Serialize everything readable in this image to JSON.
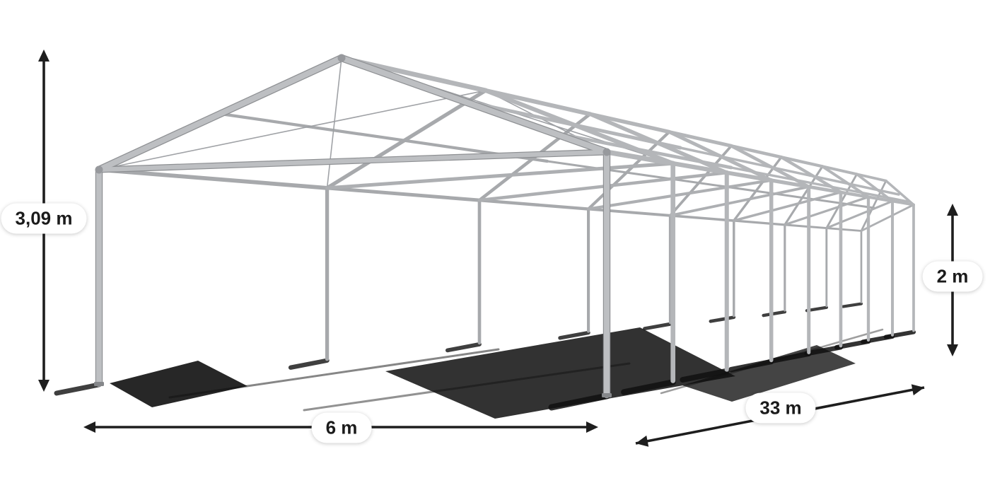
{
  "diagram": {
    "dimensions": {
      "total_height": {
        "label": "3,09 m"
      },
      "width": {
        "label": "6 m"
      },
      "length": {
        "label": "33 m"
      },
      "side_height": {
        "label": "2 m"
      }
    },
    "colors": {
      "frame": "#b4b6b9",
      "frame_far": "#a7a9ac",
      "frame_outline": "#8e9093",
      "tie_beam": "#adafb2",
      "cable": "#9b9ea2",
      "ground_shadow": "#101010",
      "dimension_arrow": "#1e1e1e",
      "label_background": "#ffffff",
      "label_text": "#1b1b1b",
      "background": "#ffffff"
    }
  }
}
